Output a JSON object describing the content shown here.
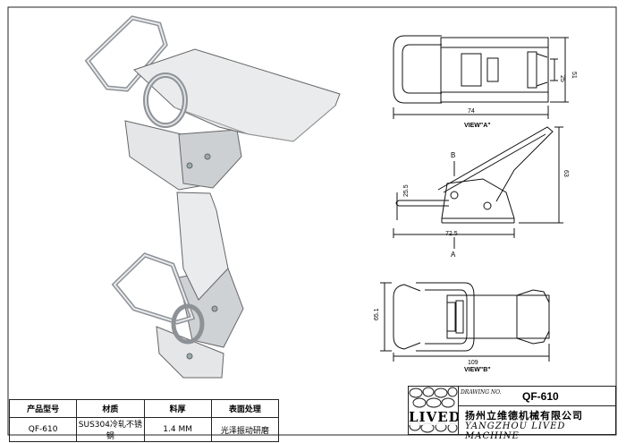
{
  "drawing": {
    "view_a_label": "VIEW\"A\"",
    "view_b_label": "VIEW\"B\"",
    "dim_74": "74",
    "dim_25": "25",
    "dim_51": "51",
    "dim_72_5": "72.5",
    "dim_63": "63",
    "dim_25_5": "25.5",
    "dim_65_1": "65.1",
    "dim_109": "109",
    "section_a_top": "B",
    "section_a_bottom": "A"
  },
  "spec_table": {
    "headers": [
      "产品型号",
      "材质",
      "料厚",
      "表面处理"
    ],
    "values": [
      "QF-610",
      "SUS304冷轧不锈钢",
      "1.4 MM",
      "光泽振动研磨"
    ]
  },
  "title_block": {
    "logo_text": "LIVED",
    "drawing_no_label": "DRAWING NO.",
    "drawing_no": "QF-610",
    "company_cn": "扬州立维德机械有限公司",
    "company_en": "YANGZHOU LIVED MACHINE"
  }
}
